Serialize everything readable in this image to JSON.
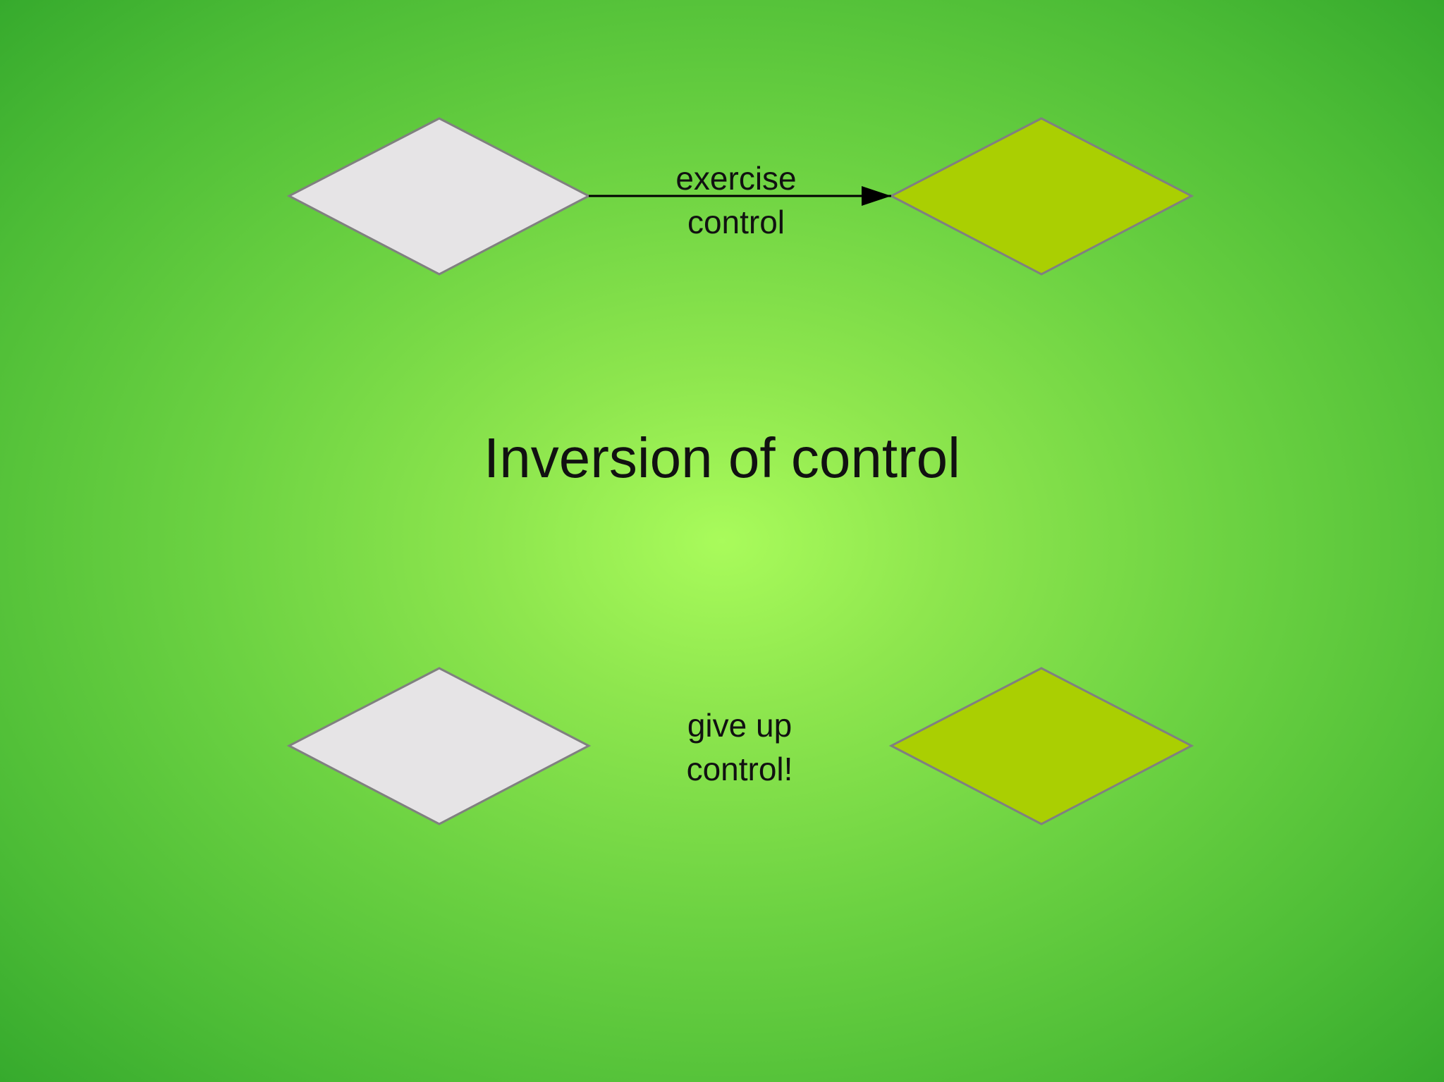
{
  "slide": {
    "title": "Inversion of control"
  },
  "top_row": {
    "label": "exercise\ncontrol",
    "left_shape_color": "#e6e4e6",
    "right_shape_color": "#aacf02"
  },
  "bottom_row": {
    "label": "give up\ncontrol!",
    "left_shape_color": "#e6e4e6",
    "right_shape_color": "#aacf02"
  },
  "colors": {
    "shape_outline": "#808080",
    "arrow": "#000000"
  }
}
